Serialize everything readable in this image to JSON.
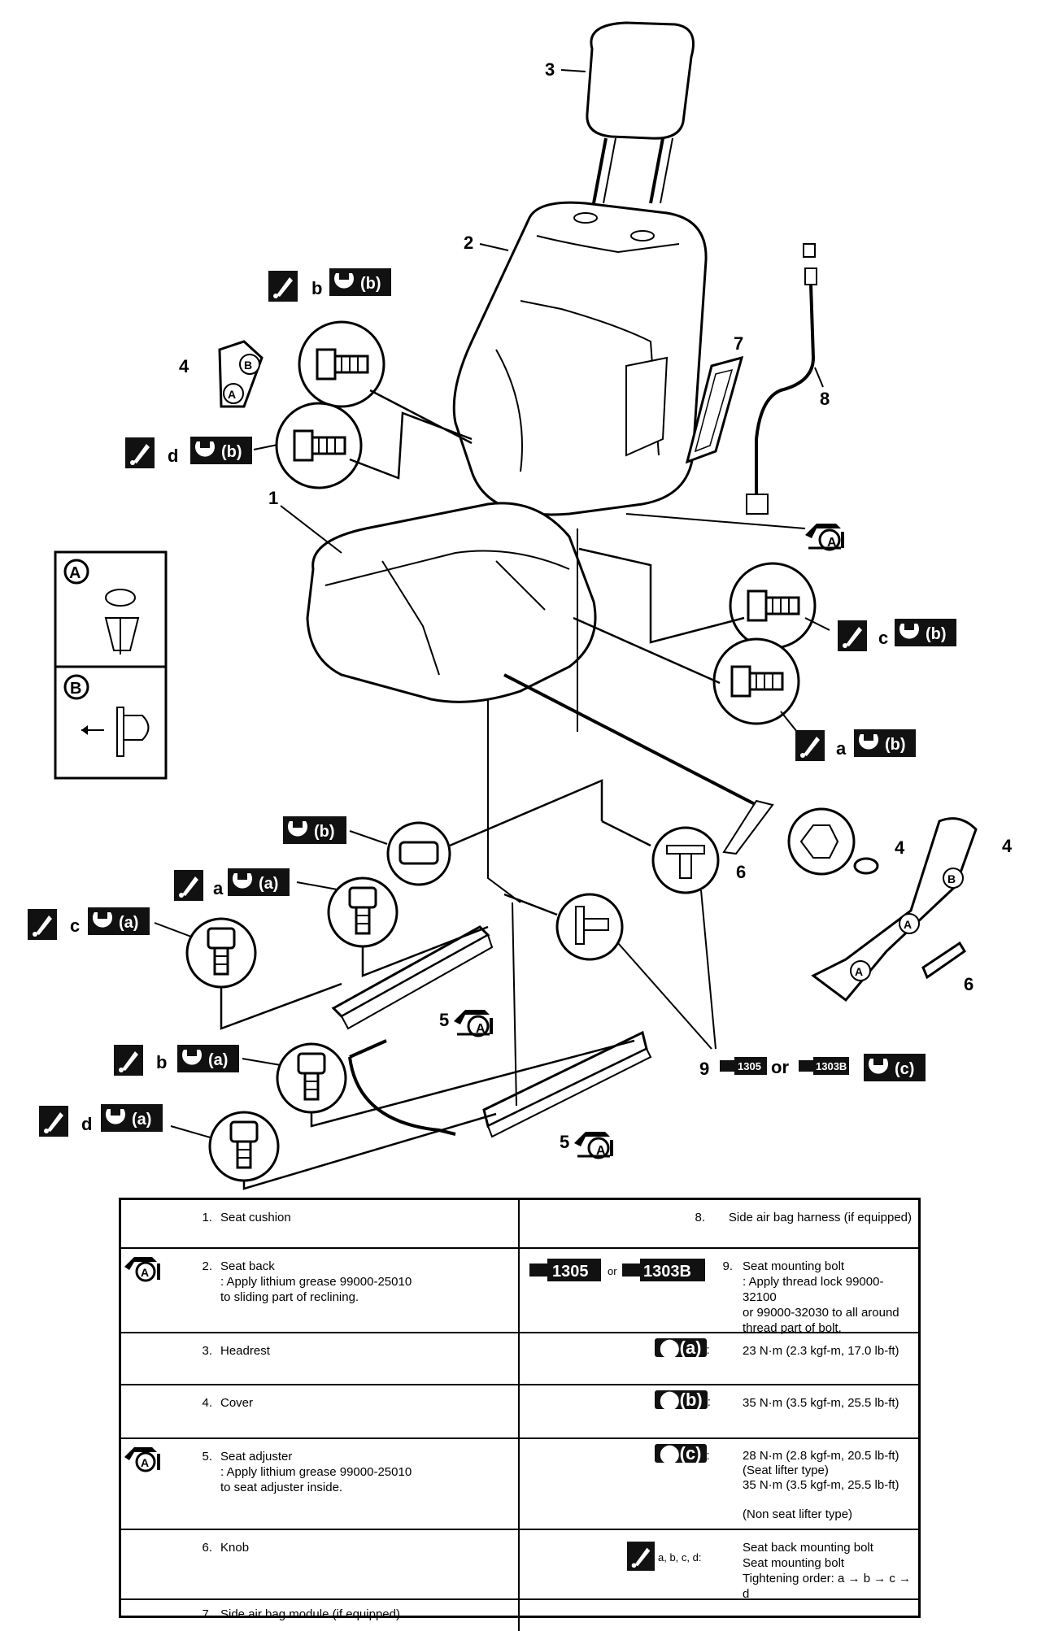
{
  "callouts": {
    "n1": "1",
    "n2": "2",
    "n3": "3",
    "n4a": "4",
    "n4b": "4",
    "n4c": "4",
    "n5a": "5",
    "n5b": "5",
    "n6a": "6",
    "n6b": "6",
    "n7": "7",
    "n8": "8",
    "n9": "9",
    "or": "or"
  },
  "tags": {
    "b": "b",
    "d": "d",
    "c": "c",
    "a": "a",
    "a2": "a",
    "c2": "c",
    "b2": "b",
    "d2": "d",
    "torque_b": "(b)",
    "torque_a": "(a)",
    "torque_c": "(c)",
    "thread1": "1305",
    "thread2": "1303B"
  },
  "detail": {
    "A": "A",
    "B": "B"
  },
  "legend": {
    "r1": {
      "num": "1.",
      "text": "Seat cushion"
    },
    "r2": {
      "num": "2.",
      "text": "Seat back\n: Apply lithium grease 99000-25010\nto sliding part of reclining."
    },
    "r3": {
      "num": "3.",
      "text": "Headrest"
    },
    "r4": {
      "num": "4.",
      "text": "Cover"
    },
    "r5": {
      "num": "5.",
      "text": "Seat adjuster\n: Apply lithium grease 99000-25010\nto seat adjuster inside."
    },
    "r6": {
      "num": "6.",
      "text": "Knob"
    },
    "r7": {
      "num": "7.",
      "text": "Side air bag module (if equipped)"
    },
    "r8": {
      "num": "8.",
      "text": "Side air bag harness (if equipped)"
    },
    "r9": {
      "num": "9.",
      "text": "Seat mounting bolt\n: Apply thread lock 99000-32100\nor 99000-32030 to all around\nthread part of bolt."
    },
    "ta": {
      "label": "(a)",
      "text": "23 N·m (2.3 kgf-m, 17.0 lb-ft)"
    },
    "tb": {
      "label": "(b)",
      "text": "35 N·m (3.5 kgf-m, 25.5 lb-ft)"
    },
    "tc": {
      "label": "(c)",
      "text": "28 N·m (2.8 kgf-m, 20.5 lb-ft)\n(Seat lifter type)\n35 N·m (3.5 kgf-m, 25.5 lb-ft)\n\n(Non seat lifter type)"
    },
    "order": {
      "label": "a, b, c, d:",
      "text": "Seat back mounting bolt\nSeat mounting bolt\nTightening order: a → b → c → d"
    }
  }
}
